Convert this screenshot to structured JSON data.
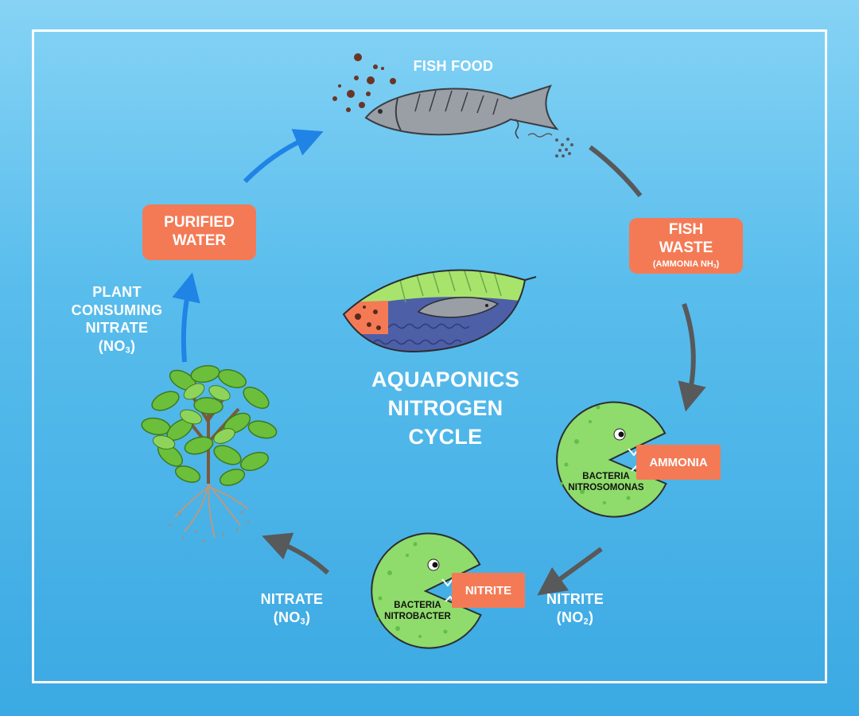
{
  "title": {
    "line1": "AQUAPONICS",
    "line2": "NITROGEN",
    "line3": "CYCLE"
  },
  "fish_food": "FISH FOOD",
  "fish_waste": {
    "line1": "FISH",
    "line2": "WASTE",
    "sub_pre": "(AMMONIA NH",
    "sub_num": "3",
    "sub_post": ")"
  },
  "bacteria_1": {
    "tag": "AMMONIA",
    "line1": "BACTERIA",
    "line2": "NITROSOMONAS"
  },
  "bacteria_2": {
    "tag": "NITRITE",
    "line1": "BACTERIA",
    "line2": "NITROBACTER"
  },
  "nitrite_label": {
    "line1": "NITRITE",
    "pre": "(NO",
    "num": "2",
    "post": ")"
  },
  "nitrate_label": {
    "line1": "NITRATE",
    "pre": "(NO",
    "num": "3",
    "post": ")"
  },
  "plant_label": {
    "line1": "PLANT",
    "line2": "CONSUMING",
    "line3": "NITRATE",
    "pre": "(NO",
    "num": "3",
    "post": ")"
  },
  "purified": {
    "line1": "PURIFIED",
    "line2": "WATER"
  },
  "colors": {
    "box": "#f47a55",
    "bacteria": "#8fdb6b",
    "gray_arrow": "#58595b",
    "blue_arrow": "#1f84e5",
    "fish": "#9a9ea5"
  }
}
